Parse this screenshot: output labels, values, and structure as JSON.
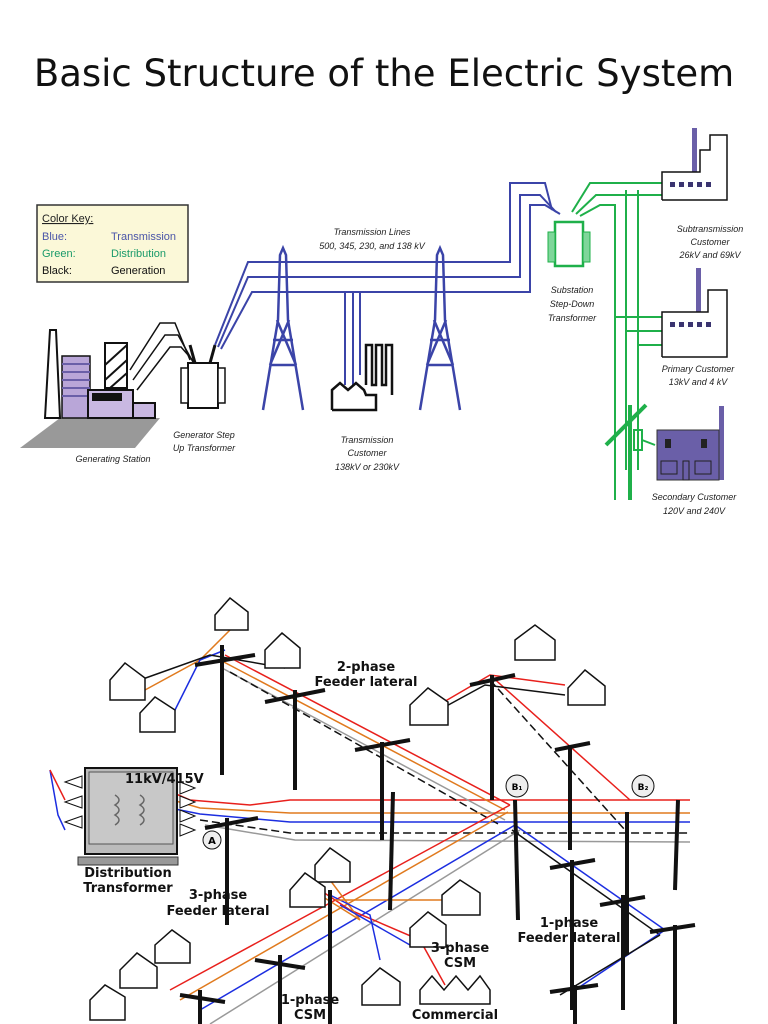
{
  "title": "Basic Structure of the Electric System",
  "colors": {
    "transmission": "#3b44a8",
    "distribution": "#1fb04a",
    "generation": "#111111",
    "building": "#6a5fa8",
    "key_bg": "#fbf8d8",
    "phase_red": "#e8201c",
    "phase_orange": "#e07a1e",
    "phase_blue": "#1c2ee0"
  },
  "color_key": {
    "heading": "Color Key:",
    "rows": [
      {
        "color": "Blue:",
        "meaning": "Transmission"
      },
      {
        "color": "Green:",
        "meaning": "Distribution"
      },
      {
        "color": "Black:",
        "meaning": "Generation"
      }
    ]
  },
  "top_labels": {
    "generating_station": "Generating Station",
    "gen_step_up": [
      "Generator Step",
      "Up Transformer"
    ],
    "transmission_lines": [
      "Transmission Lines",
      "500, 345, 230, and 138 kV"
    ],
    "transmission_customer": [
      "Transmission",
      "Customer",
      "138kV or 230kV"
    ],
    "substation": [
      "Substation",
      "Step-Down",
      "Transformer"
    ],
    "subtransmission_customer": [
      "Subtransmission",
      "Customer",
      "26kV and 69kV"
    ],
    "primary_customer": [
      "Primary  Customer",
      "13kV and 4 kV"
    ],
    "secondary_customer": [
      "Secondary Customer",
      "120V and 240V"
    ]
  },
  "bottom_labels": {
    "two_phase": [
      "2-phase",
      "Feeder lateral"
    ],
    "transformer_rating": "11kV/415V",
    "dist_transformer": [
      "Distribution",
      "Transformer"
    ],
    "three_phase_lateral": [
      "3-phase",
      "Feeder lateral"
    ],
    "one_phase_lateral": [
      "1-phase",
      "Feeder lateral"
    ],
    "three_phase_csm": [
      "3-phase",
      "CSM"
    ],
    "one_phase_csm": [
      "1-phase",
      "CSM"
    ],
    "commercial": "Commercial",
    "point_a": "A",
    "point_b1": "B₁",
    "point_b2": "B₂"
  }
}
